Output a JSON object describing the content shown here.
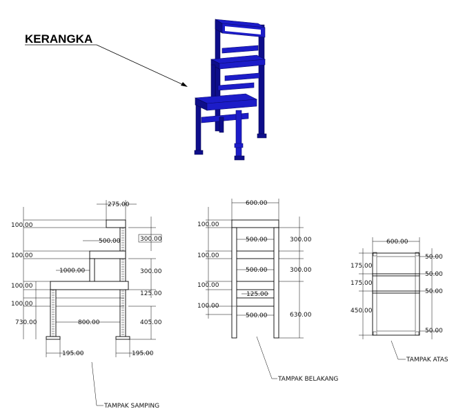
{
  "title": "KERANGKA",
  "views": {
    "side": {
      "label": "TAMPAK SAMPING",
      "dims": {
        "top_width": "275.00",
        "h1": "100.00",
        "h2": "100.00",
        "h3": "100.00",
        "h4": "100.00",
        "step1_depth": "500.00",
        "step1_rise": "300.00",
        "step2_depth": "1000.00",
        "step2_rise": "300.00",
        "seat_gap": "125.00",
        "total_height": "730.00",
        "base_span": "800.00",
        "leg_height": "405.00",
        "foot_left": "195.00",
        "foot_right": "195.00"
      }
    },
    "back": {
      "label": "TAMPAK BELAKANG",
      "dims": {
        "width": "600.00",
        "h1": "100.00",
        "h2": "100.00",
        "h3": "100.00",
        "h4": "100.00",
        "inner1": "500.00",
        "inner2": "500.00",
        "inner3": "500.00",
        "rise1": "300.00",
        "rise2": "300.00",
        "gap": "125.00",
        "leg": "630.00"
      }
    },
    "top": {
      "label": "TAMPAK ATAS",
      "dims": {
        "width": "600.00",
        "d1": "175.00",
        "d2": "175.00",
        "d3": "450.00",
        "r1": "50.00",
        "r2": "50.00",
        "r3": "50.00",
        "r4": "50.00"
      }
    }
  },
  "colors": {
    "frame": "#1c1cc8",
    "frame_dark": "#0e0e8a",
    "line": "#000000"
  }
}
